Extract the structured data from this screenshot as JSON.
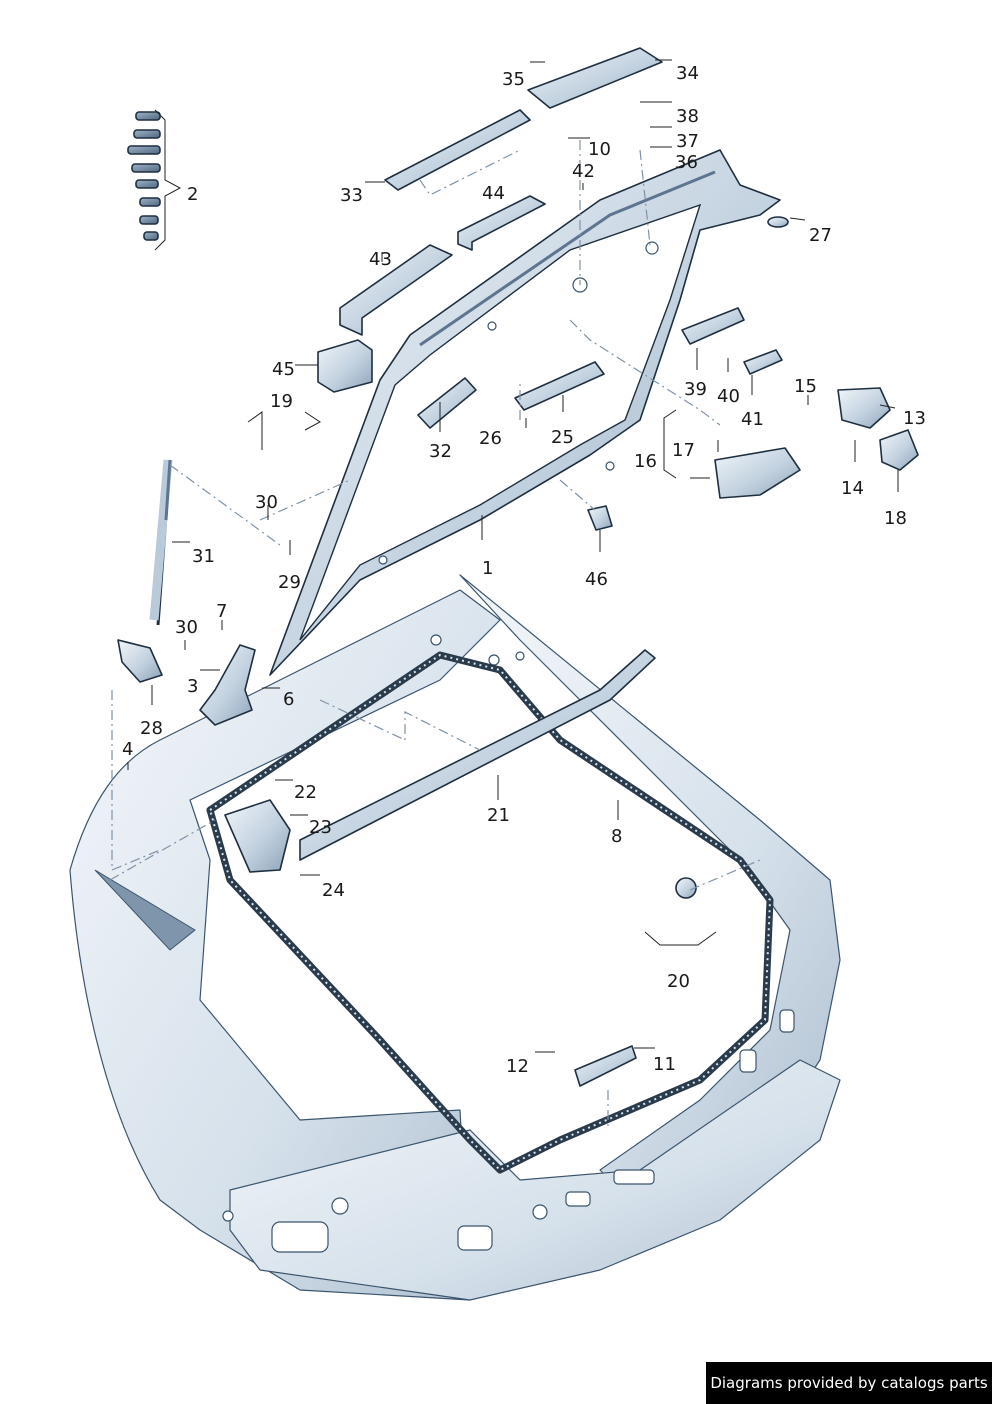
{
  "callouts": {
    "c1": "1",
    "c2": "2",
    "c3": "3",
    "c4": "4",
    "c6": "6",
    "c7": "7",
    "c8": "8",
    "c10": "10",
    "c11": "11",
    "c12": "12",
    "c13": "13",
    "c14": "14",
    "c15": "15",
    "c16": "16",
    "c17": "17",
    "c18": "18",
    "c19": "19",
    "c20": "20",
    "c21": "21",
    "c22": "22",
    "c23": "23",
    "c24": "24",
    "c25": "25",
    "c26": "26",
    "c27": "27",
    "c28": "28",
    "c29": "29",
    "c30a": "30",
    "c30b": "30",
    "c31": "31",
    "c32": "32",
    "c33": "33",
    "c34": "34",
    "c35": "35",
    "c36": "36",
    "c37": "37",
    "c38": "38",
    "c39": "39",
    "c40": "40",
    "c41": "41",
    "c42": "42",
    "c43": "43",
    "c44": "44",
    "c45": "45",
    "c46": "46"
  },
  "footer": {
    "credit": "Diagrams provided by catalogs parts"
  },
  "colors": {
    "part_light": "#eef3f8",
    "part_mid": "#b9cadb",
    "part_dark": "#5d7590",
    "outline": "#1e2f40"
  }
}
